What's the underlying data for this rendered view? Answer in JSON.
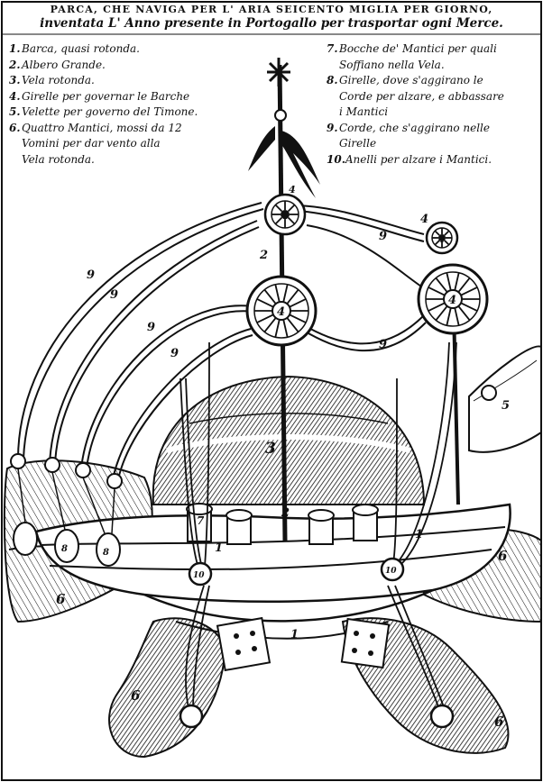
{
  "title": {
    "line1": "PARCA, CHE NAVIGA PER L' ARIA SEICENTO MIGLIA PER GIORNO,",
    "line2": "inventata L' Anno presente in Portogallo per trasportar ogni Merce."
  },
  "legend": {
    "left": [
      {
        "num": "1.",
        "text": "Barca, quasi rotonda."
      },
      {
        "num": "2.",
        "text": "Albero Grande."
      },
      {
        "num": "3.",
        "text": "Vela rotonda."
      },
      {
        "num": "4.",
        "text": "Girelle per governar le Barche"
      },
      {
        "num": "5.",
        "text": "Velette per governo del Timone."
      },
      {
        "num": "6.",
        "text": "Quattro Mantici, mossi da 12\nVomini per dar vento alla\nVela rotonda."
      }
    ],
    "right": [
      {
        "num": "7.",
        "text": "Bocche de' Mantici per quali\nSoffiano nella Vela."
      },
      {
        "num": "8.",
        "text": "Girelle, dove s'aggirano le\nCorde per alzare, e abbassare\ni Mantici"
      },
      {
        "num": "9.",
        "text": "Corde, che s'aggirano nelle\nGirelle"
      },
      {
        "num": "10.",
        "text": "Anelli per alzare i Mantici."
      }
    ]
  },
  "plate_labels": {
    "mast_upper": "2",
    "mast_lower": "2",
    "sail": "3",
    "pulley_top": "4",
    "pulley_right_small": "4",
    "pulley_left_big": "4",
    "pulley_right_big": "4",
    "pulley_top_tag": "4",
    "pulley_right_tag": "4",
    "vane": "5",
    "bellows_left": "6",
    "bellows_right": "6",
    "bellows_bottom_left": "6",
    "bellows_bottom_right": "6",
    "boat_left": "1",
    "boat_right": "1",
    "boat_bottom": "1",
    "mouth": "7",
    "rope_a": "9",
    "rope_b": "9",
    "rope_c": "9",
    "rope_d": "9",
    "rope_e": "9",
    "rope_f": "9",
    "pulley_small_left_a": "8",
    "pulley_small_left_b": "8",
    "ring": "10",
    "rings_printed": "10"
  },
  "colors": {
    "ink": "#111111",
    "paper": "#ffffff",
    "shade": "#2a2a2a"
  }
}
